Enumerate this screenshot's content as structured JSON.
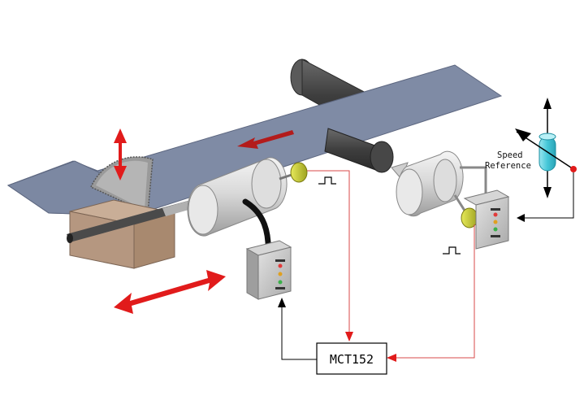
{
  "labels": {
    "speed_ref_line1": "Speed",
    "speed_ref_line2": "Reference",
    "controller": "MCT152"
  },
  "colors": {
    "sheet": "#7f8ba5",
    "roller": "#4a4a4a",
    "signal_line": "#d94a4a",
    "motion_arrow": "#e11b1b",
    "control_line": "#000000"
  },
  "icons": [
    "saw-blade",
    "feed-screw",
    "drive-motor",
    "encoder",
    "control-box",
    "pulse-symbol",
    "speed-sensor"
  ]
}
